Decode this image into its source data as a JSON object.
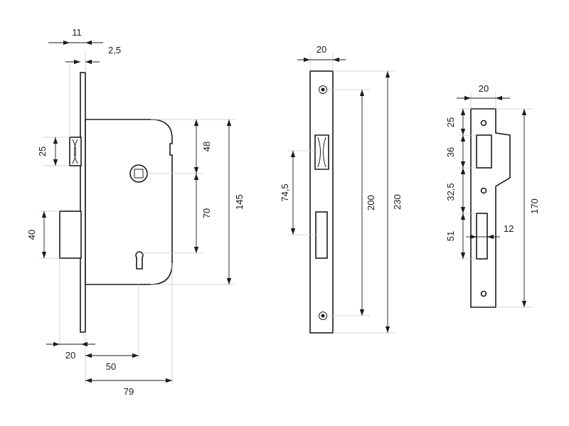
{
  "lock_body": {
    "dimensions": {
      "faceplate_depth": "11",
      "faceplate_thickness": "2,5",
      "latch_height": "25",
      "bolt_height": "40",
      "bolt_throw": "20",
      "backset": "50",
      "case_depth": "79",
      "spindle_to_top": "48",
      "spindle_to_keyhole": "70",
      "case_height": "145"
    }
  },
  "faceplate": {
    "dimensions": {
      "width": "20",
      "latch_offset": "74,5",
      "screw_spacing": "200",
      "length": "230"
    }
  },
  "strike_plate": {
    "dimensions": {
      "width": "20",
      "top_offset": "25",
      "latch_opening": "36",
      "gap": "32,5",
      "bolt_opening": "51",
      "bolt_opening_width": "12",
      "length": "170"
    }
  },
  "colors": {
    "line": "#1a1a1a",
    "extension_line": "#c8c8c8"
  }
}
